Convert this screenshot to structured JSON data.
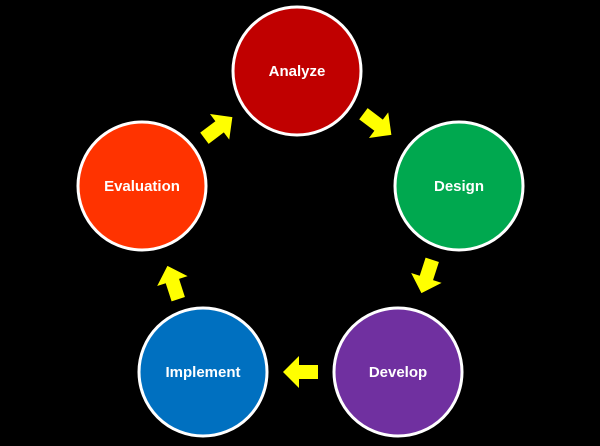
{
  "diagram": {
    "background": "#000000",
    "arrow_color": "#ffff00",
    "nodes": [
      {
        "id": "analyze",
        "label": "Analyze",
        "color": "#c00000"
      },
      {
        "id": "design",
        "label": "Design",
        "color": "#00a84f"
      },
      {
        "id": "develop",
        "label": "Develop",
        "color": "#7030a0"
      },
      {
        "id": "implement",
        "label": "Implement",
        "color": "#0070c0"
      },
      {
        "id": "evaluation",
        "label": "Evaluation",
        "color": "#ff3300"
      }
    ],
    "cycle": [
      "analyze",
      "design",
      "develop",
      "implement",
      "evaluation",
      "analyze"
    ]
  }
}
